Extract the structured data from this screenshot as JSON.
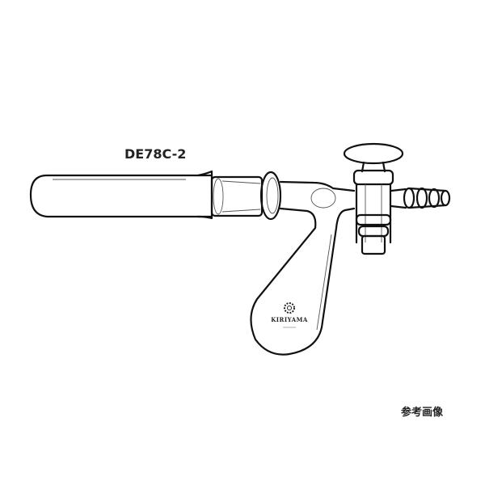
{
  "product": {
    "model_code": "DE78C-2",
    "reference_note": "参考画像",
    "logo_text": "KIRIYAMA"
  },
  "colors": {
    "line": "#111111",
    "background": "#ffffff"
  }
}
